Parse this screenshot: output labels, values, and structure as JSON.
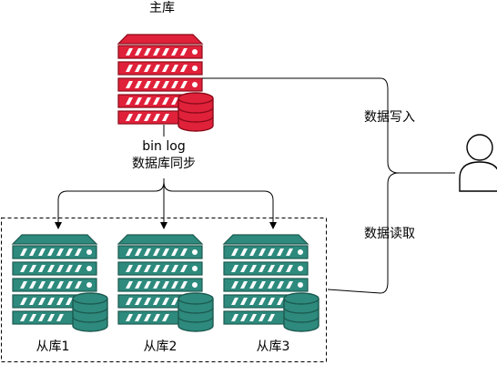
{
  "master": {
    "label": "主库"
  },
  "sync": {
    "line1": "bin log",
    "line2": "数据库同步"
  },
  "write_label": "数据写入",
  "read_label": "数据读取",
  "replicas": [
    {
      "label": "从库1"
    },
    {
      "label": "从库2"
    },
    {
      "label": "从库3"
    }
  ],
  "colors": {
    "master_fill": "#e0213a",
    "master_stroke": "#8b0a18",
    "replica_fill": "#2d8a7d",
    "replica_stroke": "#1d5a50",
    "line": "#000000"
  },
  "icons": {
    "master": "server-with-database-icon",
    "replica": "server-with-database-icon",
    "user": "user-icon"
  }
}
